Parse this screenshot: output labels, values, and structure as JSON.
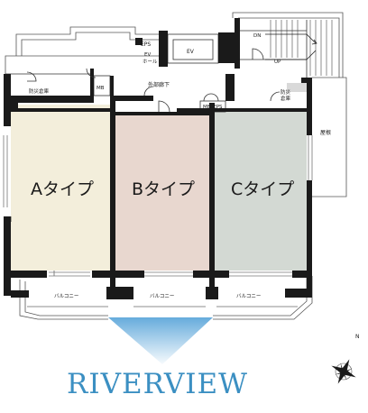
{
  "labels": {
    "eps": "EPS",
    "ev": "EV",
    "ev_hall_1": "EV",
    "ev_hall_2": "ホール",
    "dn": "DN",
    "up": "UP",
    "corridor": "外部廊下",
    "fire_storage_left": "防災倉庫",
    "mb": "MB",
    "mb_eps": "MB･EPS",
    "fire_storage_right_1": "防災",
    "fire_storage_right_2": "倉庫",
    "roof": "屋根",
    "balcony_a": "バルコニー",
    "balcony_b": "バルコニー",
    "balcony_c": "バルコニー"
  },
  "units": {
    "a": "Aタイプ",
    "b": "Bタイプ",
    "c": "Cタイプ"
  },
  "view": {
    "title": "RIVERVIEW"
  },
  "compass": {
    "north": "N"
  },
  "colors": {
    "wall": "#1a1a1a",
    "unit_a": "#f3eedb",
    "unit_b": "#e8d7cf",
    "unit_c": "#d3d9d3",
    "view_blue": "#5ea7da",
    "title_blue": "#3b8fc2"
  }
}
